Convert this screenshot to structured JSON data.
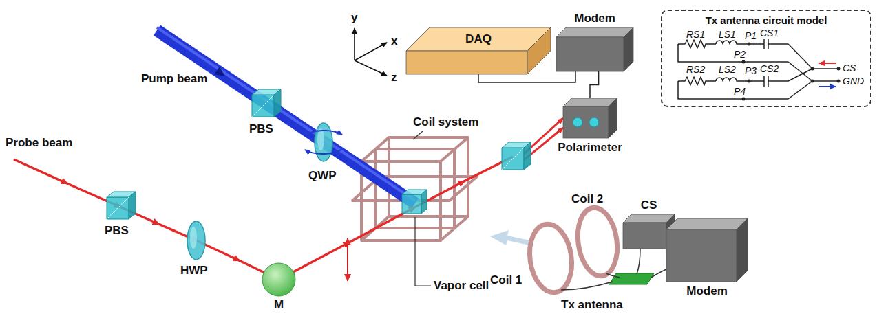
{
  "diagram": {
    "nodes": [
      {
        "text": [
          "DAQ"
        ]
      },
      {
        "text": [
          "Modem"
        ]
      },
      {
        "text": [
          "Polarimeter"
        ]
      },
      {
        "text": [
          "Tx antenna circuit model"
        ]
      },
      {
        "text": [
          "CS"
        ]
      },
      {
        "text": [
          "Modem"
        ]
      }
    ],
    "edges": [
      {
        "from": 0,
        "to": 1,
        "arrow": "none"
      },
      {
        "from": 1,
        "to": 2,
        "arrow": "none"
      }
    ],
    "labels": [
      "y",
      "x",
      "z",
      "Pump beam",
      "Probe beam",
      "PBS",
      "QWP",
      "PBS",
      "HWP",
      "M",
      "Coil system",
      "Vapor cell",
      "Coil 1",
      "Coil 2",
      "Tx antenna",
      "RS1",
      "LS1",
      "P1",
      "CS1",
      "P2",
      "RS2",
      "LS2",
      "P3",
      "CS2",
      "P4",
      "CS",
      "GND"
    ]
  }
}
